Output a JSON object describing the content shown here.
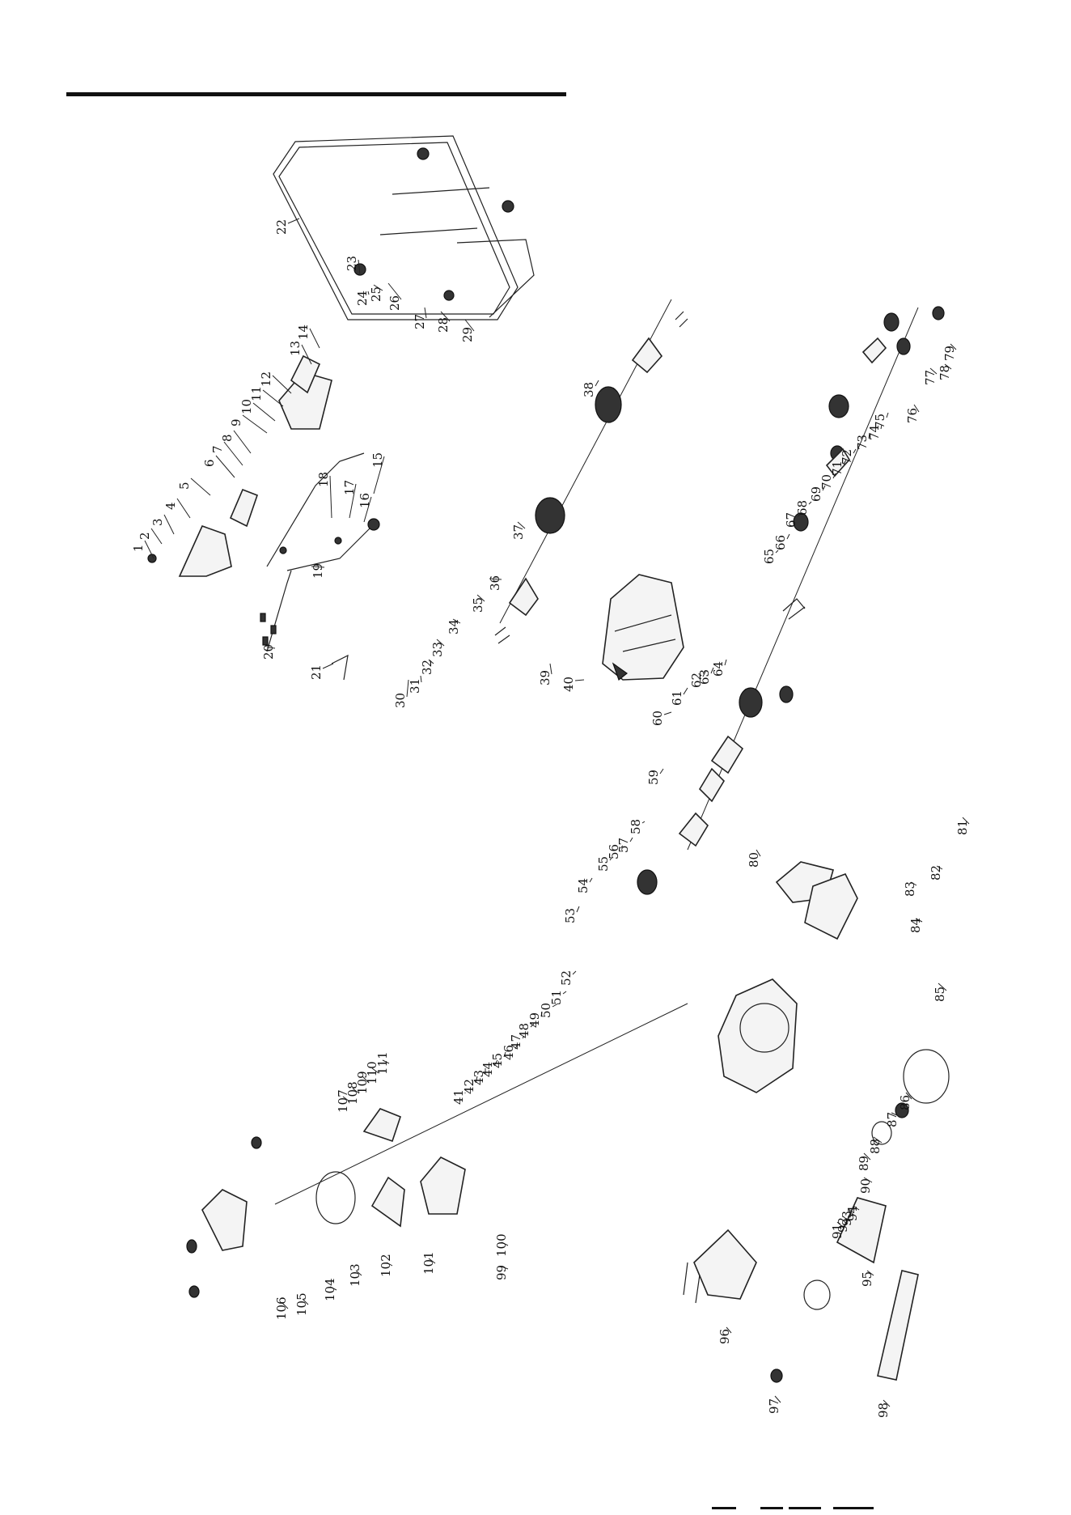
{
  "labels": [
    "1",
    "2",
    "3",
    "4",
    "5",
    "6",
    "7",
    "8",
    "9",
    "10",
    "11",
    "12",
    "13",
    "14",
    "15",
    "16",
    "17",
    "18",
    "19",
    "20",
    "21",
    "22",
    "23",
    "24",
    "25",
    "26",
    "27",
    "28",
    "29",
    "30",
    "31",
    "32",
    "33",
    "34",
    "35",
    "36",
    "37",
    "38",
    "39",
    "40",
    "41",
    "42",
    "43",
    "44",
    "45",
    "46",
    "47",
    "48",
    "49",
    "50",
    "51",
    "52",
    "53",
    "54",
    "55",
    "56",
    "57",
    "58",
    "59",
    "60",
    "61",
    "62",
    "63",
    "64",
    "65",
    "66",
    "67",
    "68",
    "69",
    "70",
    "71",
    "72",
    "73",
    "74",
    "75",
    "76",
    "77",
    "78",
    "79",
    "80",
    "81",
    "82",
    "83",
    "84",
    "85",
    "86",
    "87",
    "88",
    "89",
    "90",
    "91",
    "92",
    "93",
    "94",
    "95",
    "96",
    "97",
    "98",
    "99",
    "100",
    "101",
    "102",
    "103",
    "104",
    "105",
    "106",
    "107",
    "108",
    "109",
    "110",
    "111"
  ]
}
